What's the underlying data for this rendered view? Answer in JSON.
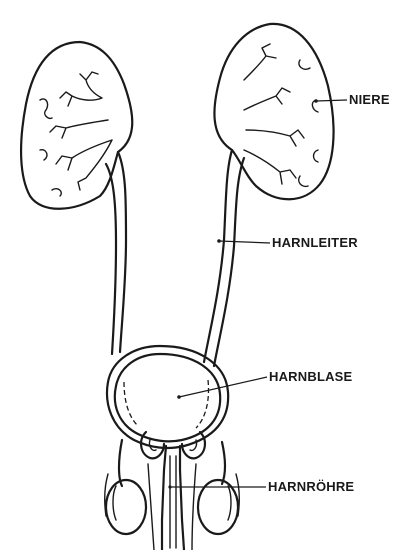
{
  "diagram": {
    "labels": {
      "kidney": "NIERE",
      "ureter": "HARNLEITER",
      "bladder": "HARNBLASE",
      "urethra": "HARNRÖHRE"
    },
    "colors": {
      "line": "#1a1a1a",
      "background": "#ffffff"
    }
  }
}
